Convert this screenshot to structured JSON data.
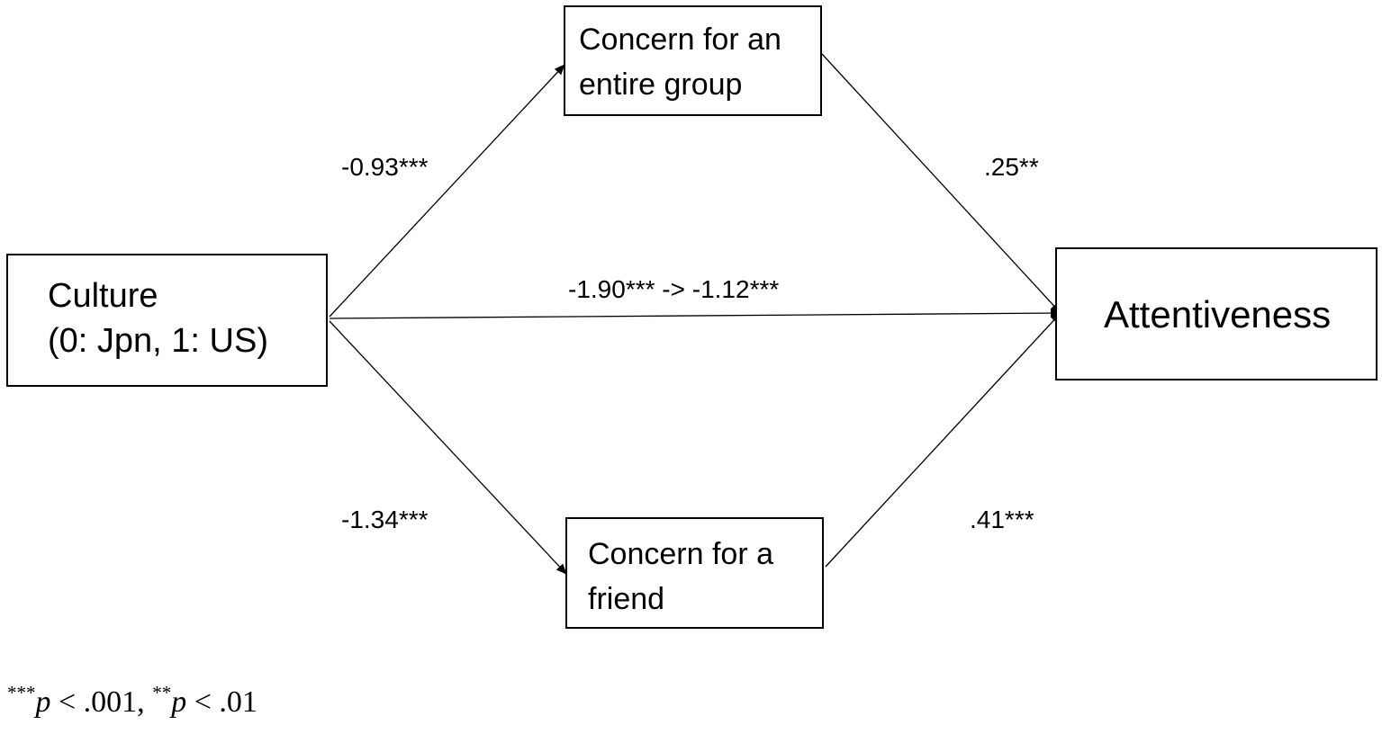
{
  "nodes": {
    "culture": {
      "lines": [
        "Culture",
        "(0: Jpn, 1: US)"
      ]
    },
    "group": {
      "lines": [
        "Concern for an",
        "entire group"
      ]
    },
    "friend": {
      "lines": [
        "Concern for a",
        "friend"
      ]
    },
    "attentiveness": {
      "lines": [
        "Attentiveness"
      ]
    }
  },
  "edges": {
    "culture_group": "-0.93***",
    "group_attentiveness": ".25**",
    "culture_attentiveness": "-1.90*** -> -1.12***",
    "culture_friend": "-1.34***",
    "friend_attentiveness": ".41***"
  },
  "footnote": {
    "sig1_stars": "***",
    "sig1_p": "p",
    "sig1_text": " < .001, ",
    "sig2_stars": "**",
    "sig2_p": "p",
    "sig2_text": " < .01"
  }
}
